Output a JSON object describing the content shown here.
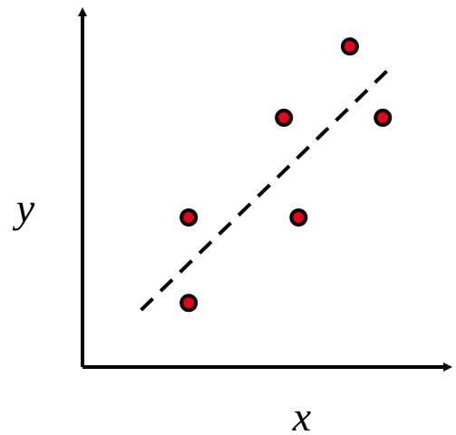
{
  "chart_data": {
    "type": "scatter",
    "xlabel": "x",
    "ylabel": "y",
    "xlim": [
      0,
      10
    ],
    "ylim": [
      0,
      10
    ],
    "grid": false,
    "legend": "none",
    "colors": {
      "axis": "#000000",
      "point_fill": "#e8001c",
      "point_stroke": "#000000",
      "trend": "#000000"
    },
    "points": [
      {
        "x": 2.9,
        "y": 1.8
      },
      {
        "x": 2.9,
        "y": 4.2
      },
      {
        "x": 5.5,
        "y": 7.0
      },
      {
        "x": 5.9,
        "y": 4.2
      },
      {
        "x": 7.3,
        "y": 9.0
      },
      {
        "x": 8.2,
        "y": 7.0
      }
    ],
    "trendline": {
      "style": "dashed",
      "x": [
        1.6,
        8.5
      ],
      "y": [
        1.6,
        8.5
      ]
    }
  }
}
